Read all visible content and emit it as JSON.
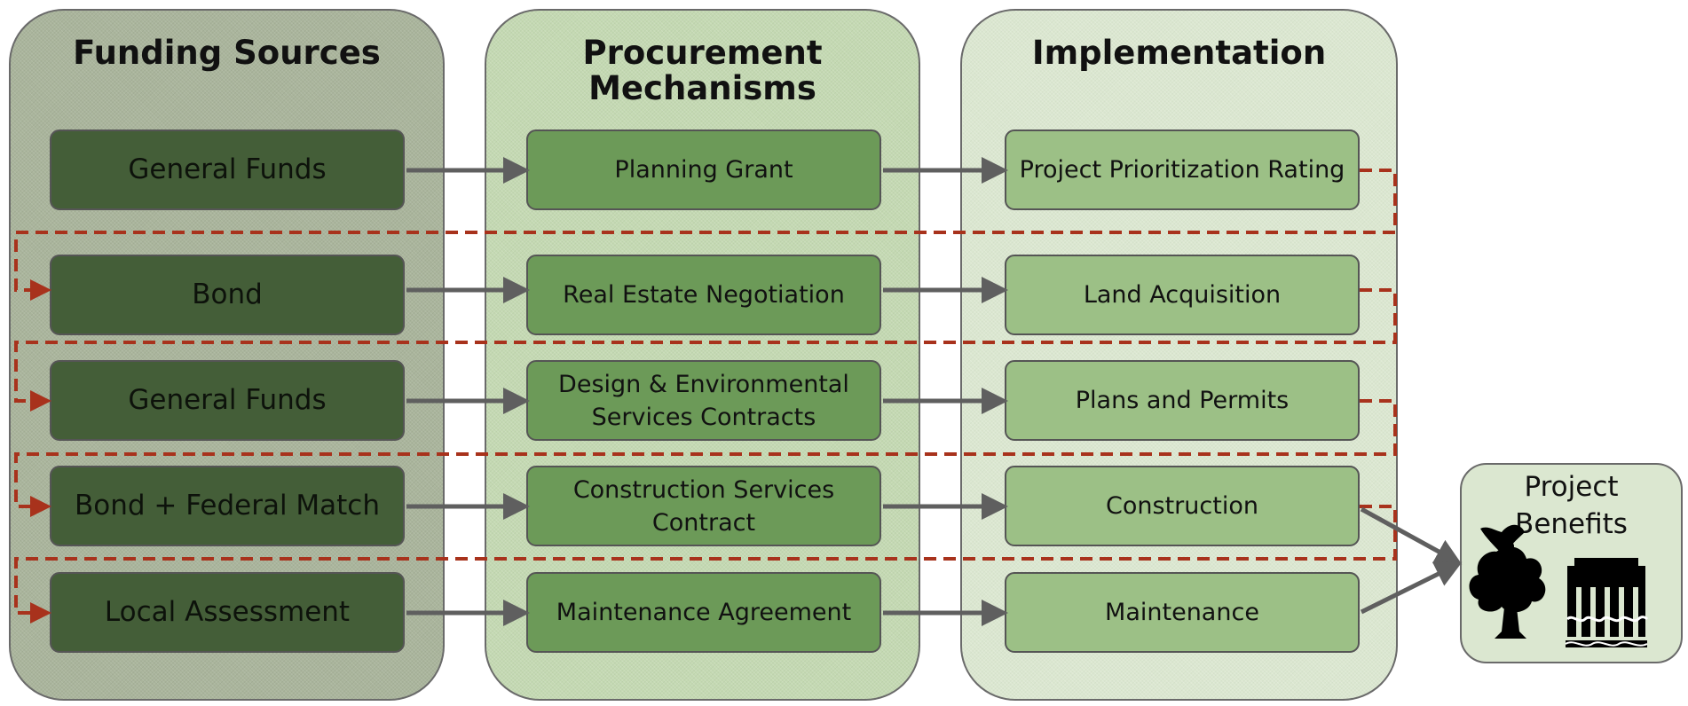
{
  "columns": [
    {
      "title": "Funding Sources",
      "items": [
        "General Funds",
        "Bond",
        "General Funds",
        "Bond + Federal Match",
        "Local Assessment"
      ]
    },
    {
      "title_line1": "Procurement",
      "title_line2": "Mechanisms",
      "items": [
        "Planning Grant",
        "Real Estate Negotiation",
        [
          "Design & Environmental",
          "Services Contracts"
        ],
        [
          "Construction Services",
          "Contract"
        ],
        "Maintenance Agreement"
      ]
    },
    {
      "title": "Implementation",
      "items": [
        "Project Prioritization Rating",
        "Land Acquisition",
        "Plans and Permits",
        "Construction",
        "Maintenance"
      ]
    }
  ],
  "benefits": {
    "line1": "Project",
    "line2": "Benefits",
    "icons": [
      "bird-icon",
      "tree-icon",
      "dam-icon"
    ]
  },
  "colors": {
    "solid_arrow": "#5f5f5f",
    "dashed_arrow": "#a8321c",
    "col1_box": "#445e38",
    "col2_box": "#6c9a58",
    "col3_box": "#9cc086"
  }
}
